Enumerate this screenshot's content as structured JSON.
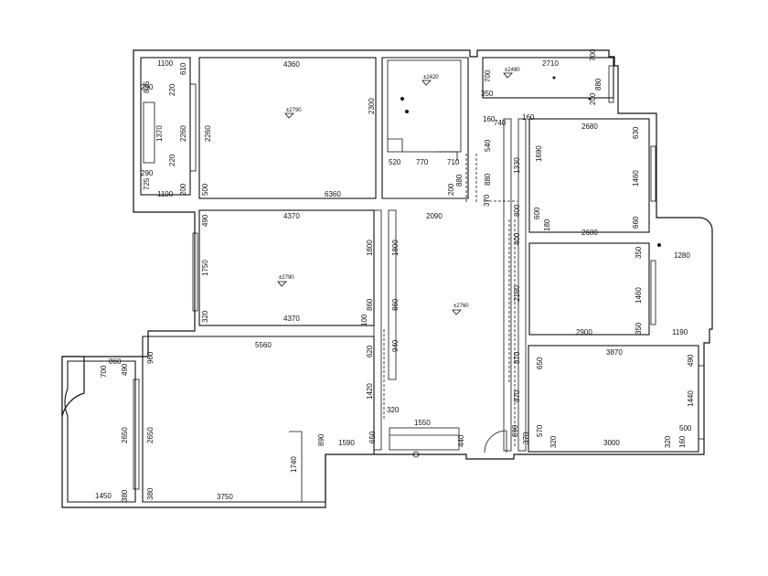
{
  "dimensions": {
    "d_1100_top": "1100",
    "d_610": "610",
    "d_835": "835",
    "d_220_a": "220",
    "d_290_a": "290",
    "d_1370": "1370",
    "d_2260": "2260",
    "d_2260_b": "2260",
    "d_220_b": "220",
    "d_290_b": "290",
    "d_725": "725",
    "d_1100_bot": "1100",
    "d_200_l": "200",
    "d_500_l": "500",
    "d_4360": "4360",
    "d_2300": "2300",
    "d_6360": "6360",
    "d_520": "520",
    "d_770": "770",
    "d_710": "710",
    "d_880_c": "880",
    "d_200_c": "200",
    "d_370_c": "370",
    "d_2710": "2710",
    "d_700_tr": "700",
    "d_350_tr": "350",
    "d_200_tr": "200",
    "d_880_tr": "880",
    "d_160_a": "160",
    "d_160_b": "160",
    "d_740": "740",
    "d_540": "540",
    "d_880_m": "880",
    "d_1330": "1330",
    "d_800_m": "800",
    "d_400_m": "400",
    "d_2160": "2160",
    "d_870_a": "870",
    "d_870_b": "870",
    "d_890": "890",
    "d_370_m": "370",
    "d_2680_top": "2680",
    "d_630_a": "630",
    "d_1690": "1690",
    "d_600": "600",
    "d_1460_a": "1460",
    "d_180": "180",
    "d_660": "660",
    "d_2680_bot": "2680",
    "d_1280": "1280",
    "d_350_r1": "350",
    "d_1460_r": "1460",
    "d_350_r2": "350",
    "d_2900": "2900",
    "d_1190": "1190",
    "d_3870": "3870",
    "d_650_r": "650",
    "d_490_r": "490",
    "d_1440": "1440",
    "d_500_r": "500",
    "d_570": "570",
    "d_320_r": "320",
    "d_3000": "3000",
    "d_320_r2": "320",
    "d_160_r": "160",
    "d_4370_top": "4370",
    "d_490_m": "490",
    "d_2090": "2090",
    "d_1750": "1750",
    "d_1800_a": "1800",
    "d_1800_b": "1800",
    "d_320_m": "320",
    "d_4370_bot": "4370",
    "d_860_a": "860",
    "d_860_b": "860",
    "d_100": "100",
    "d_940": "940",
    "d_5560": "5560",
    "d_960_a": "960",
    "d_620": "620",
    "d_1420": "1420",
    "d_2650_a": "2650",
    "d_2650_b": "2650",
    "d_320_lv": "320",
    "d_1550": "1550",
    "d_890_b": "890",
    "d_1590": "1590",
    "d_650_b": "650",
    "d_440": "440",
    "d_1740": "1740",
    "d_3750": "3750",
    "d_380": "380",
    "d_860_bal": "860",
    "d_700_bal": "700",
    "d_490_bal": "490",
    "d_1450": "1450",
    "d_380_b": "380"
  },
  "elevations": {
    "e_2790_a": "±2790",
    "e_2420": "±2420",
    "e_2490": "±2490",
    "e_2790_b": "±2790",
    "e_2760": "±2760"
  }
}
